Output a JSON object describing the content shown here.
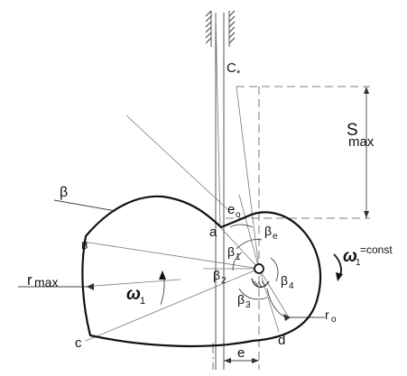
{
  "labels": {
    "c_star": "C",
    "c_star_mark": "*",
    "s": "S",
    "max_sub": "max",
    "beta": "β",
    "e": "e",
    "e_sub_o": "o",
    "beta_e": "β",
    "beta_e_sub": "e",
    "a": "a",
    "b": "в",
    "beta1": "β",
    "beta1_sub": "1",
    "beta2": "β",
    "beta2_sub": "2",
    "beta3": "β",
    "beta3_sub": "3",
    "beta4": "β",
    "beta4_sub": "4",
    "r": "r",
    "rmax_sub": "max",
    "omega1": "ω",
    "omega1_sub": "1",
    "omega1_right": "ω",
    "omega1_right_sub": "1",
    "const": "=const",
    "ro": "r",
    "ro_sub": "o",
    "c": "c",
    "d": "d",
    "e_bottom": "e"
  }
}
